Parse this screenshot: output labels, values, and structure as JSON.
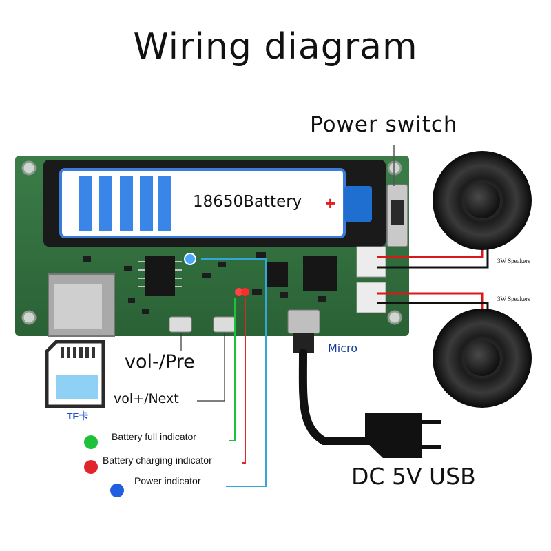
{
  "title": "Wiring diagram",
  "labels": {
    "power_switch": "Power switch",
    "battery": "18650Battery",
    "battery_plus": "+",
    "speaker_top": "3W Speakers",
    "speaker_bottom": "3W Speakers",
    "micro": "Micro",
    "vol_pre": "vol-/Pre",
    "vol_next": "vol+/Next",
    "tf": "TF卡",
    "battery_full": "Battery full indicator",
    "battery_charging": "Battery charging indicator",
    "power_indicator": "Power indicator",
    "dc_usb": "DC 5V USB"
  },
  "colors": {
    "pcb": "#2e6b3c",
    "wire_red": "#d8191c",
    "wire_black": "#111111",
    "indicator_green": "#1dc23a",
    "indicator_red": "#e0262b",
    "indicator_blue": "#33a8d8",
    "battery_bars": "#3a86e8"
  }
}
